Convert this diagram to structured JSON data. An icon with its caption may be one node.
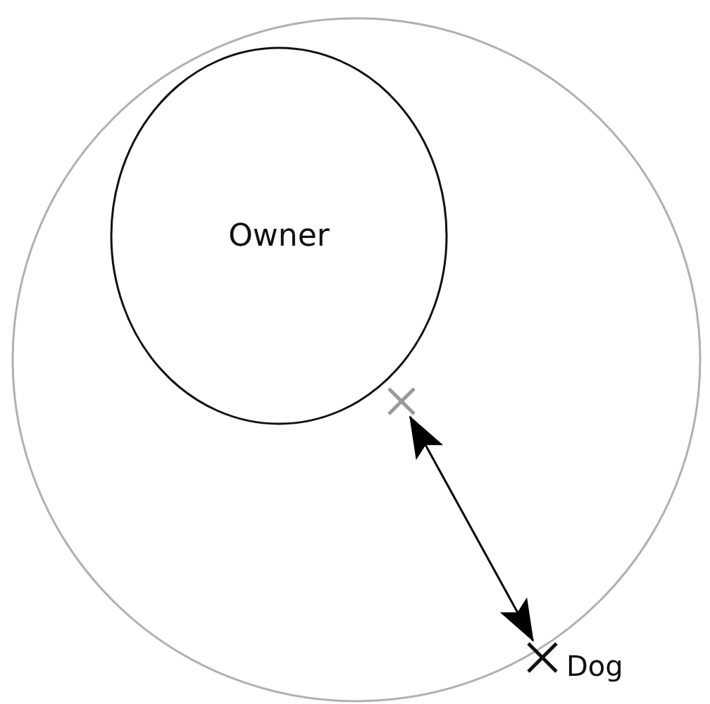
{
  "diagram": {
    "nodes": [
      {
        "text": [],
        "shape": "circle"
      },
      {
        "text": [
          "Owner"
        ],
        "in": 0
      },
      {
        "text": [],
        "shape": "cross",
        "in": 0
      },
      {
        "text": [],
        "shape": "cross",
        "beside": [
          "Dog"
        ]
      }
    ],
    "edges": [
      {
        "from": 2,
        "to": 3,
        "arrow": "both"
      }
    ]
  }
}
